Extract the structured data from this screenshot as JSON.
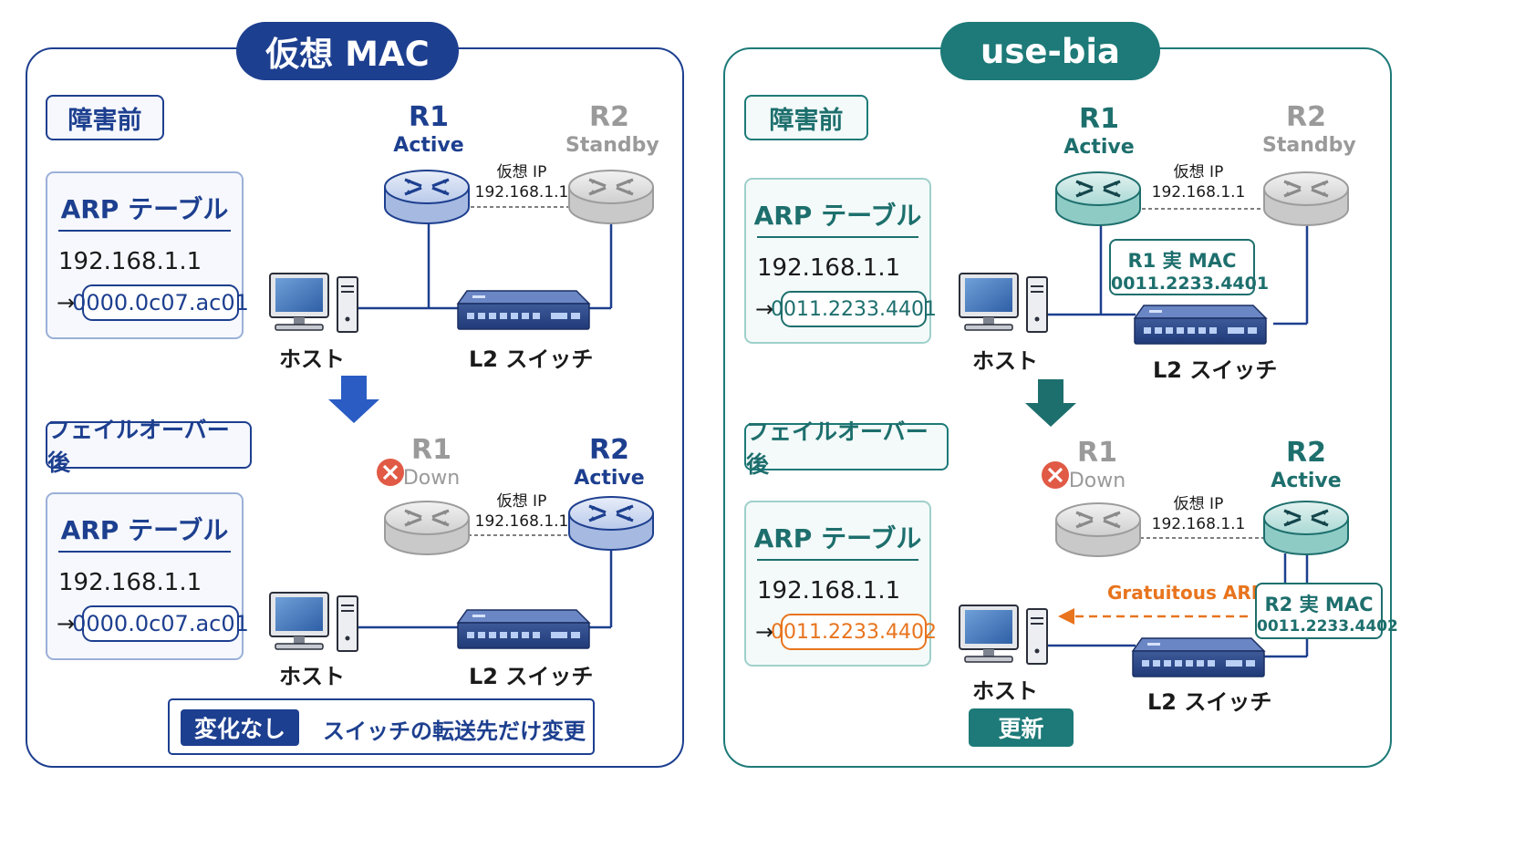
{
  "colors": {
    "left_primary": "#1d3f8f",
    "right_primary": "#1d7a78",
    "highlight_orange": "#e8741e",
    "down_red": "#e05a45",
    "gray": "#9a9a9a"
  },
  "left": {
    "title": "仮想 MAC",
    "before": {
      "stage": "障害前",
      "arp_title": "ARP テーブル",
      "arp_ip": "192.168.1.1",
      "arp_arrow": "→",
      "arp_mac": "0000.0c07.ac01",
      "r1_name": "R1",
      "r1_state": "Active",
      "r2_name": "R2",
      "r2_state": "Standby",
      "vip_label": "仮想 IP",
      "vip_addr": "192.168.1.1",
      "host": "ホスト",
      "switch": "L2 スイッチ"
    },
    "after": {
      "stage": "フェイルオーバー後",
      "arp_title": "ARP テーブル",
      "arp_ip": "192.168.1.1",
      "arp_arrow": "→",
      "arp_mac": "0000.0c07.ac01",
      "r1_name": "R1",
      "r1_state": "Down",
      "r2_name": "R2",
      "r2_state": "Active",
      "vip_label": "仮想 IP",
      "vip_addr": "192.168.1.1",
      "host": "ホスト",
      "switch": "L2 スイッチ"
    },
    "summary_badge": "変化なし",
    "summary_text": "スイッチの転送先だけ変更"
  },
  "right": {
    "title": "use-bia",
    "before": {
      "stage": "障害前",
      "arp_title": "ARP テーブル",
      "arp_ip": "192.168.1.1",
      "arp_arrow": "→",
      "arp_mac": "0011.2233.4401",
      "r1_name": "R1",
      "r1_state": "Active",
      "r2_name": "R2",
      "r2_state": "Standby",
      "vip_label": "仮想 IP",
      "vip_addr": "192.168.1.1",
      "mac_label": "R1 実 MAC",
      "mac_value": "0011.2233.4401",
      "host": "ホスト",
      "switch": "L2 スイッチ"
    },
    "after": {
      "stage": "フェイルオーバー後",
      "arp_title": "ARP テーブル",
      "arp_ip": "192.168.1.1",
      "arp_arrow": "→",
      "arp_mac": "0011.2233.4402",
      "r1_name": "R1",
      "r1_state": "Down",
      "r2_name": "R2",
      "r2_state": "Active",
      "vip_label": "仮想 IP",
      "vip_addr": "192.168.1.1",
      "mac_label": "R2 実 MAC",
      "mac_value": "0011.2233.4402",
      "garp": "Gratuitous ARP",
      "host": "ホスト",
      "switch": "L2 スイッチ"
    },
    "summary_badge": "更新"
  }
}
